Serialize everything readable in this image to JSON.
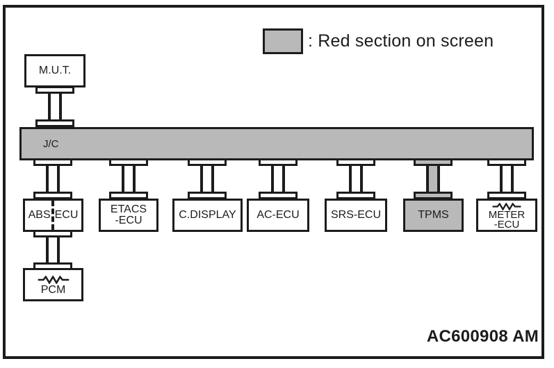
{
  "legend": {
    "label": ": Red section on screen"
  },
  "colors": {
    "highlight_gray": "#b9b9b9",
    "line": "#1c1c1c"
  },
  "figure_code": "AC600908 AM",
  "diagram": {
    "tool": {
      "label": "M.U.T."
    },
    "bus": {
      "label": "J/C"
    },
    "ecus": [
      {
        "name": "ABS-ECU",
        "left": "ABS",
        "right": "ECU",
        "split_dashed": true,
        "highlighted": false
      },
      {
        "name": "ETACS-ECU",
        "line1": "ETACS",
        "line2": "-ECU",
        "highlighted": false
      },
      {
        "name": "C.DISPLAY",
        "line1": "C.DISPLAY",
        "highlighted": false
      },
      {
        "name": "AC-ECU",
        "line1": "AC-ECU",
        "highlighted": false
      },
      {
        "name": "SRS-ECU",
        "line1": "SRS-ECU",
        "highlighted": false
      },
      {
        "name": "TPMS",
        "line1": "TPMS",
        "highlighted": true
      },
      {
        "name": "METER-ECU",
        "line1": "METER",
        "line2": "-ECU",
        "has_resistor": true,
        "highlighted": false
      }
    ],
    "pcm": {
      "label": "PCM",
      "has_resistor": true
    }
  }
}
